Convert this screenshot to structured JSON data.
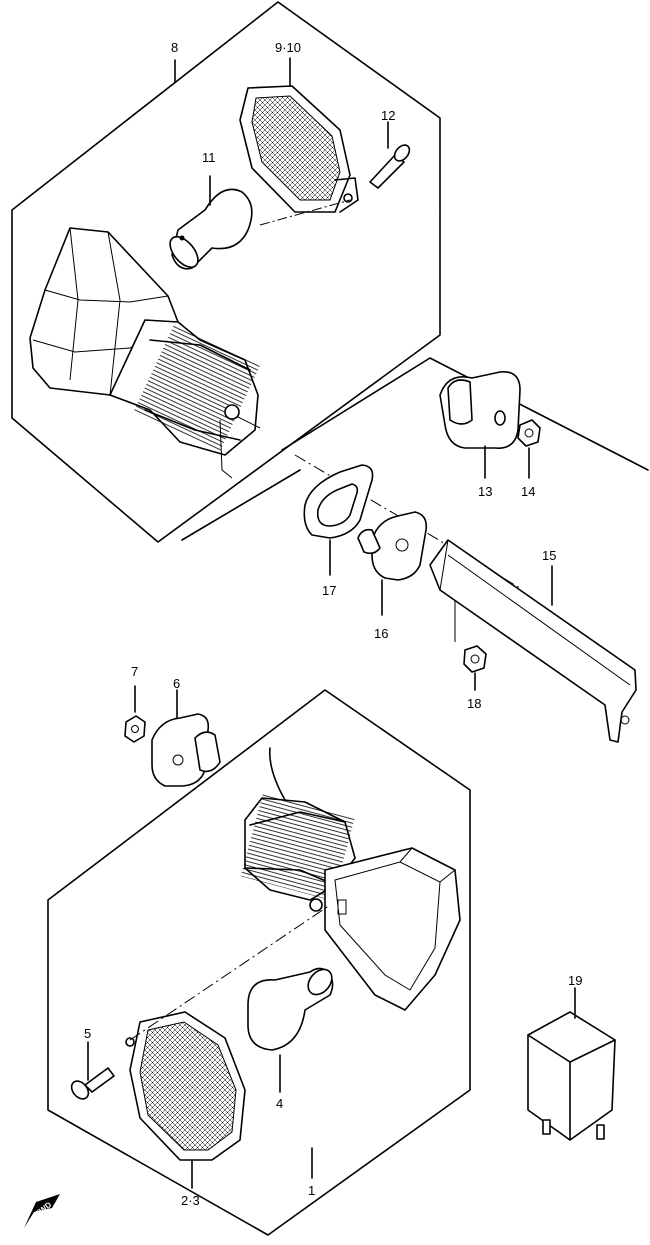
{
  "diagram": {
    "labels": {
      "p1": "1",
      "p23": "2·3",
      "p4": "4",
      "p5": "5",
      "p6": "6",
      "p7": "7",
      "p8": "8",
      "p910": "9·10",
      "p11": "11",
      "p12": "12",
      "p13": "13",
      "p14": "14",
      "p15": "15",
      "p16": "16",
      "p17": "17",
      "p18": "18",
      "p19": "19"
    },
    "fwd_label": "FWD"
  }
}
